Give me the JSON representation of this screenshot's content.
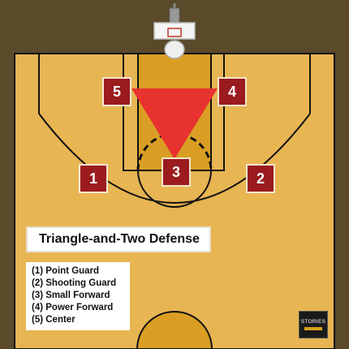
{
  "diagram": {
    "title": "Triangle-and-Two Defense",
    "legend": [
      "(1) Point Guard",
      "(2) Shooting Guard",
      "(3) Small Forward",
      "(4) Power Forward",
      "(5) Center"
    ],
    "players": [
      "1",
      "2",
      "3",
      "4",
      "5"
    ],
    "logo_text": "STORIES"
  },
  "colors": {
    "court": "#e7b552",
    "paint": "#d99e23",
    "lines": "#111111",
    "triangle": "#e8322f",
    "marker": "#9b1b1f",
    "background": "#5a4a2a"
  }
}
